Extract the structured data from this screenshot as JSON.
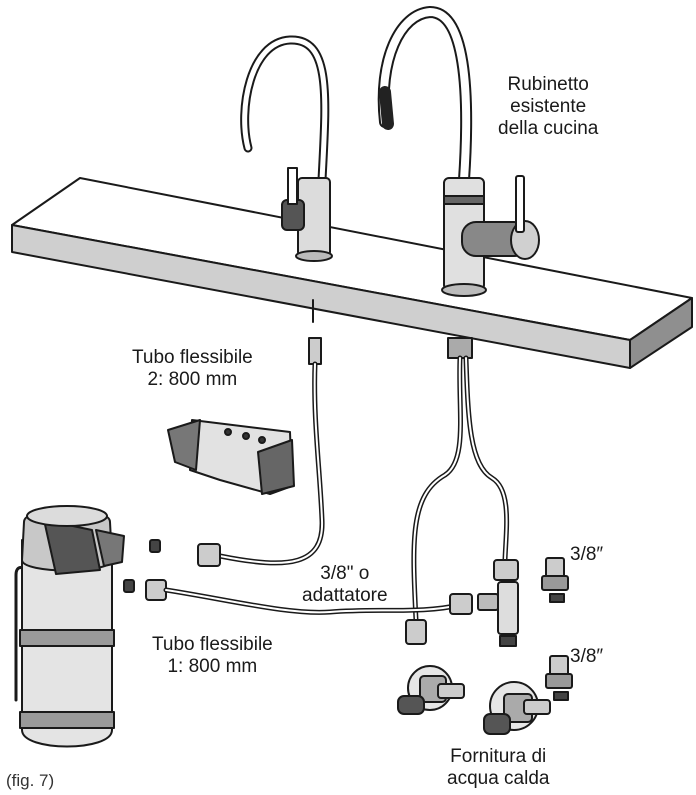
{
  "labels": {
    "faucet_existing": [
      "Rubinetto",
      "esistente",
      "della cucina"
    ],
    "hose_2": [
      "Tubo flessibile",
      "2: 800 mm"
    ],
    "adapter": [
      "3/8\" o",
      "adattatore"
    ],
    "hose_1": [
      "Tubo flessibile",
      "1: 800 mm"
    ],
    "fitting_upper": "3/8″",
    "fitting_lower": "3/8″",
    "hot_water_supply": [
      "Fornitura di",
      "acqua calda"
    ],
    "figure_caption": "(fig. 7)"
  },
  "colors": {
    "line": "#1a1a1a",
    "fill_light": "#e6e6e6",
    "fill_mid": "#9a9a9a",
    "fill_dark": "#4a4a4a"
  }
}
